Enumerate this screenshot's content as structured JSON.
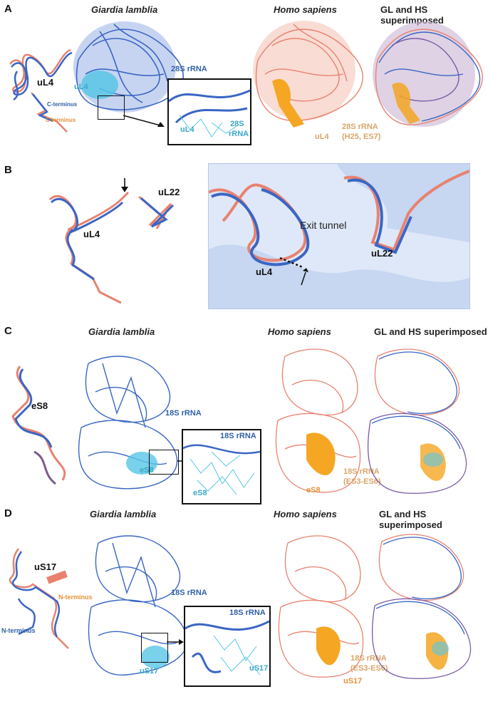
{
  "figure": {
    "panels": {
      "A": {
        "label": "A",
        "title_gl": "Giardia lamblia",
        "title_hs": "Homo sapiens",
        "title_super": "GL and HS superimposed",
        "protein": "uL4",
        "c_terminus_gl": "C-terminus",
        "c_terminus_hs": "C-terminus",
        "rrna_label": "28S rRNA",
        "protein_on_map": "uL4",
        "inset_protein": "uL4",
        "inset_rrna_line1": "28S",
        "inset_rrna_line2": "rRNA",
        "hs_rrna": "28S rRNA",
        "hs_rrna_detail": "(H25, ES7)",
        "hs_protein": "uL4"
      },
      "B": {
        "label": "B",
        "protein1": "uL4",
        "protein2": "uL22",
        "tunnel_text": "Exit tunnel",
        "tunnel_protein1": "uL4",
        "tunnel_protein2": "uL22"
      },
      "C": {
        "label": "C",
        "title_gl": "Giardia lamblia",
        "title_hs": "Homo sapiens",
        "title_super": "GL and HS superimposed",
        "protein": "eS8",
        "rrna_label": "18S rRNA",
        "protein_on_map": "eS8",
        "inset_rrna": "18S rRNA",
        "inset_protein": "eS8",
        "hs_rrna": "18S rRNA",
        "hs_rrna_detail": "(ES3-ES6)",
        "hs_protein": "eS8"
      },
      "D": {
        "label": "D",
        "title_gl": "Giardia lamblia",
        "title_hs": "Homo sapiens",
        "title_super": "GL and HS superimposed",
        "protein": "uS17",
        "n_terminus_hs": "N-terminus",
        "n_terminus_gl": "N-terminus",
        "rrna_label": "18S rRNA",
        "protein_on_map": "uS17",
        "inset_rrna": "18S rRNA",
        "inset_protein": "uS17",
        "hs_rrna": "18S rRNA",
        "hs_rrna_detail": "(ES3-ES6)",
        "hs_protein": "uS17"
      }
    },
    "colors": {
      "giardia_blue": "#3a66c4",
      "human_salmon": "#e8826f",
      "protein_cyan": "#58c6e6",
      "highlight_orange": "#f5a623",
      "tunnel_bg": "#dfe8f8"
    }
  }
}
